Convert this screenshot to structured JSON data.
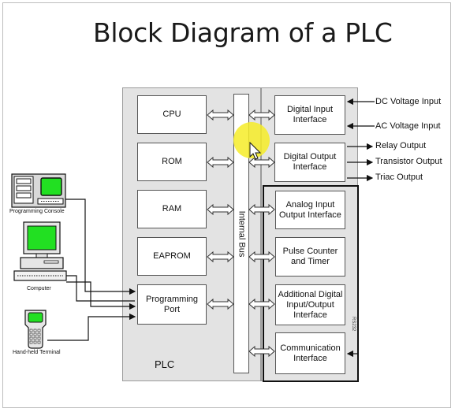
{
  "title": "Block Diagram of a PLC",
  "left_blocks": [
    "CPU",
    "ROM",
    "RAM",
    "EAPROM",
    "Programming Port"
  ],
  "bus_label": "Internal Bus",
  "plc_label": "PLC",
  "right_blocks": [
    {
      "line1": "Digital Input",
      "line2": "Interface"
    },
    {
      "line1": "Digital Output",
      "line2": "Interface"
    },
    {
      "line1": "Analog Input",
      "line2": "Output Interface"
    },
    {
      "line1": "Pulse Counter",
      "line2": "and Timer"
    },
    {
      "line1": "Additional Digital",
      "line2": "Input/Output",
      "line3": "Interface"
    },
    {
      "line1": "Communication",
      "line2": "Interface"
    }
  ],
  "inputs": [
    "DC Voltage Input",
    "AC Voltage Input"
  ],
  "outputs": [
    "Relay Output",
    "Transistor Output",
    "Triac Output"
  ],
  "devices": [
    "Programming Console",
    "Computer",
    "Hand-held Terminal"
  ],
  "tiny_text": "RS232",
  "icons": {
    "arrows": "double-headed-arrow",
    "devices": [
      "programming-console-icon",
      "computer-icon",
      "handheld-terminal-icon"
    ],
    "pointer": "mouse-pointer-icon"
  },
  "colors": {
    "plc_fill": "#e3e3e3",
    "screen_green": "#22e022",
    "highlight": "#f6ec28"
  }
}
